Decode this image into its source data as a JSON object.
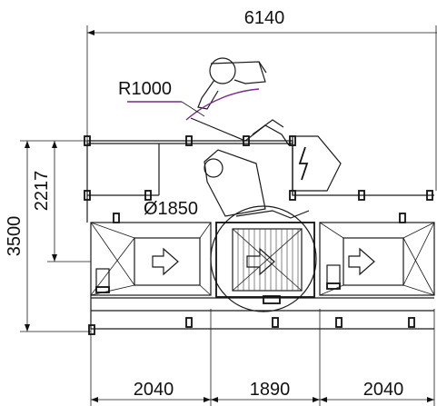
{
  "dimensions": {
    "overall_width": "6140",
    "overall_height": "3500",
    "inner_height": "2217",
    "arm_reach_radius": "R1000",
    "turntable_diameter": "Ø1850",
    "left_section_width": "2040",
    "center_section_width": "1890",
    "right_section_width": "2040"
  },
  "colors": {
    "line": "#1a1a1a",
    "leader_accent": "#7a2a8a",
    "background": "#ffffff"
  },
  "icons": {
    "left_conveyor_arrow": "arrow-right-icon",
    "right_conveyor_arrow": "arrow-right-icon",
    "turntable_arrow": "arrow-right-icon",
    "electrical_hazard": "lightning-bolt-icon"
  }
}
